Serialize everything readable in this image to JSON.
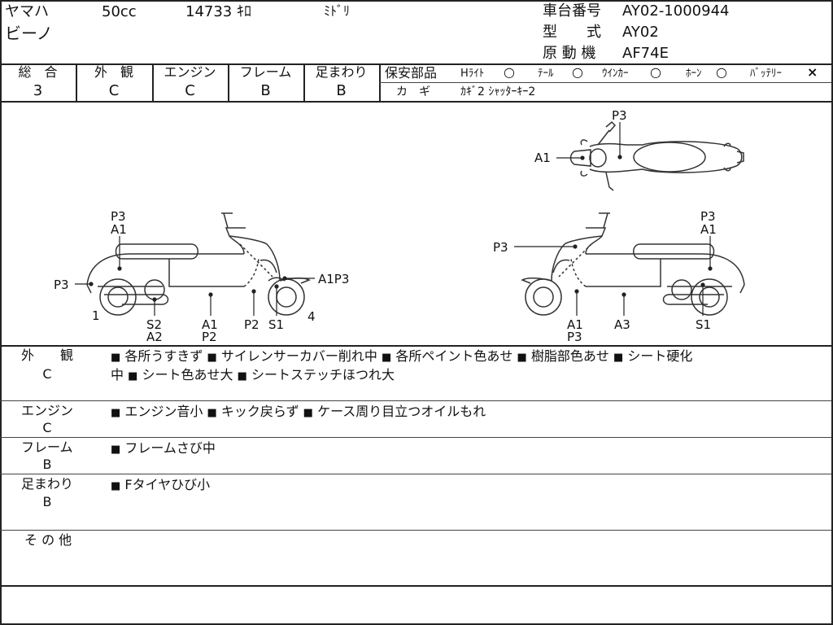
{
  "header": {
    "maker": "ヤマハ",
    "displacement": "50cc",
    "mileage": "14733 ｷﾛ",
    "color": "ﾐﾄﾞﾘ",
    "model_name": "ビーノ",
    "frame_no_label": "車台番号",
    "frame_no": "AY02-1000944",
    "type_label": "型　　式",
    "type_value": "AY02",
    "engine_label": "原 動 機",
    "engine_value": "AF74E"
  },
  "grades": {
    "overall_label": "総　合",
    "overall": "3",
    "exterior_label": "外　観",
    "exterior": "C",
    "engine_label": "エンジン",
    "engine": "C",
    "frame_label": "フレーム",
    "frame": "B",
    "suspension_label": "足まわり",
    "suspension": "B"
  },
  "safety": {
    "label": "保安部品",
    "headlight": "Hﾗｲﾄ",
    "headlight_mark": "○",
    "taillight": "ﾃｰﾙ",
    "taillight_mark": "○",
    "winker": "ｳｲﾝｶｰ",
    "winker_mark": "○",
    "horn": "ﾎｰﾝ",
    "horn_mark": "○",
    "battery": "ﾊﾞｯﾃﾘｰ",
    "battery_mark": "×",
    "key_label": "カ　ギ",
    "key_value": "ｶｷﾞ2 ｼｬｯﾀｰｷｰ2"
  },
  "diagram": {
    "top_view": {
      "p3": "P3",
      "a1": "A1"
    },
    "left_side": {
      "top_p3": "P3",
      "top_a1": "A1",
      "rear_p3": "P3",
      "num1": "1",
      "s2": "S2",
      "a2": "A2",
      "a1": "A1",
      "p2b": "P2",
      "p2": "P2",
      "s1": "S1",
      "front": "A1P3",
      "num4": "4"
    },
    "right_side": {
      "p3_left": "P3",
      "top_p3": "P3",
      "top_a1": "A1",
      "a1": "A1",
      "p3_bottom": "P3",
      "a3": "A3",
      "s1": "S1"
    }
  },
  "comments": {
    "square": "■",
    "exterior_label": "外　　観",
    "exterior_grade": "C",
    "exterior_items": [
      "各所うすきず",
      "サイレンサーカバー削れ中",
      "各所ペイント色あせ",
      "樹脂部色あせ",
      "シート硬化"
    ],
    "exterior_line2_lead": "中",
    "exterior_items2": [
      "シート色あせ大",
      "シートステッチほつれ大"
    ],
    "engine_label": "エンジン",
    "engine_grade": "C",
    "engine_items": [
      "エンジン音小",
      "キック戻らず",
      "ケース周り目立つオイルもれ"
    ],
    "frame_label": "フレーム",
    "frame_grade": "B",
    "frame_items": [
      "フレームさび中"
    ],
    "suspension_label": "足まわり",
    "suspension_grade": "B",
    "suspension_items": [
      "Fタイヤひび小"
    ],
    "other_label": "そ の 他"
  }
}
